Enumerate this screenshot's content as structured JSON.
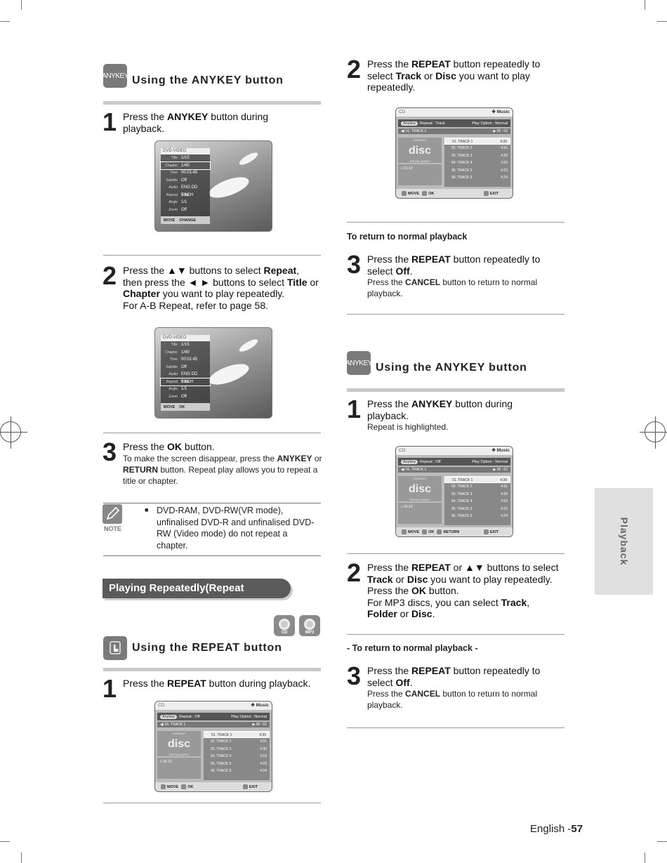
{
  "left": {
    "hd1": {
      "icon": "ANYKEY",
      "title": "Using the ANYKEY button"
    },
    "s1": {
      "num": "1",
      "pre": "Press the ",
      "bold": "ANYKEY",
      "post": " button during playback."
    },
    "osd1": {
      "title": "DVD-VIDEO",
      "rows": [
        {
          "k": "Title",
          "v": "1/15"
        },
        {
          "k": "Chapter",
          "v": "1/40"
        },
        {
          "k": "Time",
          "v": "00:01:45"
        },
        {
          "k": "Subtitle",
          "v": "Off"
        },
        {
          "k": "Audio",
          "v": "ENG DD 5.1CH"
        },
        {
          "k": "Repeat",
          "v": "Title"
        },
        {
          "k": "Angle",
          "v": "1/1"
        },
        {
          "k": "Zoom",
          "v": "Off"
        }
      ],
      "bot1": "MOVE",
      "bot2": "CHANGE"
    },
    "s2": {
      "num": "2",
      "a": "Press the ",
      "arrows1": "▲▼",
      "b": " buttons to select ",
      "c": "Repeat",
      "d": ",",
      "e": "then press the ",
      "arrows2": "◄ ►",
      "f": " buttons to select ",
      "g": "Title",
      "h": " or",
      "i": "Chapter",
      "j": " you want to play repeatedly.",
      "k": "For A-B Repeat, refer to page 58."
    },
    "osd2": {
      "title": "DVD-VIDEO",
      "rows": [
        {
          "k": "Title",
          "v": "1/15"
        },
        {
          "k": "Chapter",
          "v": "1/40"
        },
        {
          "k": "Time",
          "v": "00:01:45"
        },
        {
          "k": "Subtitle",
          "v": "Off"
        },
        {
          "k": "Audio",
          "v": "ENG DD 5.1CH"
        },
        {
          "k": "Repeat",
          "v": "Title"
        },
        {
          "k": "Angle",
          "v": "1/1"
        },
        {
          "k": "Zoom",
          "v": "Off"
        }
      ],
      "bot1": "MOVE",
      "bot2": "OK"
    },
    "s3": {
      "num": "3",
      "pre": "Press the ",
      "bold": "OK",
      "post": " button.",
      "sub_a": "To make the screen disappear, press the ",
      "sub_b": "ANYKEY",
      "sub_c": " or ",
      "sub_d": "RETURN",
      "sub_e": " button. Repeat play allows you to repeat a title or chapter."
    },
    "note": {
      "label": "NOTE",
      "bullet": "■",
      "text": "DVD-RAM, DVD-RW(VR mode), unfinalised DVD-R and unfinalised DVD-RW (Video mode) do not repeat a chapter."
    },
    "banner": "Playing Repeatedly(Repeat Playback)",
    "badges": [
      "CD",
      "MP3"
    ],
    "hd2": {
      "title": "Using the REPEAT button"
    },
    "s4": {
      "num": "1",
      "pre": "Press the ",
      "bold": "REPEAT",
      "post": " button during  playback."
    },
    "cd1": {
      "src": "CD",
      "mode": "Music",
      "pill": "Anykey",
      "repeat": "Repeat : Off",
      "play": "Play Option : Normal",
      "track": "01. TRACK 1",
      "elapsed": "00 : 02",
      "time": "01:12",
      "bot": [
        "MOVE",
        "OK",
        "EXIT"
      ]
    }
  },
  "right": {
    "s1": {
      "num": "2",
      "a": "Press the ",
      "b": "REPEAT",
      "c": " button repeatedly to select ",
      "d": "Track",
      "e": " or ",
      "f": "Disc",
      "g": " you want to play repeatedly."
    },
    "cd2": {
      "src": "CD",
      "mode": "Music",
      "pill": "Anykey",
      "repeat": "Repeat : Track",
      "play": "Play Option : Normal",
      "track": "01. TRACK 1",
      "elapsed": "00 : 02",
      "time": "01:12",
      "bot": [
        "MOVE",
        "OK",
        "EXIT"
      ]
    },
    "return1": "To return to normal playback",
    "s2": {
      "num": "3",
      "a": "Press the ",
      "b": "REPEAT",
      "c": " button repeatedly to select ",
      "d": "Off",
      "e": ".",
      "sub_a": "Press the ",
      "sub_b": "CANCEL",
      "sub_c": " button to return to normal playback."
    },
    "hd3": {
      "icon": "ANYKEY",
      "title": "Using the ANYKEY button"
    },
    "s3": {
      "num": "1",
      "pre": "Press the ",
      "bold": "ANYKEY",
      "post": " button during playback.",
      "sub": "Repeat is highlighted."
    },
    "cd3": {
      "src": "CD",
      "mode": "Music",
      "pill": "Anykey",
      "repeat": "Repeat : Off",
      "play": "Play Option : Normal",
      "track": "01. TRACK 1",
      "elapsed": "00 : 02",
      "time": "01:12",
      "bot": [
        "MOVE",
        "OK",
        "RETURN",
        "EXIT"
      ]
    },
    "s4": {
      "num": "2",
      "a": "Press the ",
      "b": "REPEAT",
      "c": " or ",
      "arrows": "▲▼",
      "d": " buttons to select ",
      "e": "Track",
      "f": " or ",
      "g": "Disc",
      "h": " you want to play repeatedly.",
      "i": "Press the ",
      "j": "OK",
      "k": " button.",
      "l": "For MP3 discs, you can select ",
      "m": "Track",
      "n": ",",
      "o": "Folder",
      "p": " or ",
      "q": "Disc",
      "r": "."
    },
    "return2": "- To return to normal playback -",
    "s5": {
      "num": "3",
      "a": "Press the ",
      "b": "REPEAT",
      "c": " button repeatedly to select ",
      "d": "Off",
      "e": ".",
      "sub_a": "Press the ",
      "sub_b": "CANCEL",
      "sub_c": " button to return to normal playback."
    }
  },
  "tracks": [
    {
      "name": "01. TRACK 1",
      "len": "4:39"
    },
    {
      "name": "02. TRACK 2",
      "len": "4:31"
    },
    {
      "name": "03. TRACK 3",
      "len": "4:30"
    },
    {
      "name": "04. TRACK 4",
      "len": "3:53"
    },
    {
      "name": "05. TRACK 5",
      "len": "4:23"
    },
    {
      "name": "06. TRACK 6",
      "len": "4:24"
    }
  ],
  "disc_logo": {
    "top": "COMPACT",
    "main": "disc",
    "bottom": "DIGITAL AUDIO"
  },
  "side_tab": "Playback",
  "footer": {
    "lang": "English -",
    "page": "57"
  }
}
